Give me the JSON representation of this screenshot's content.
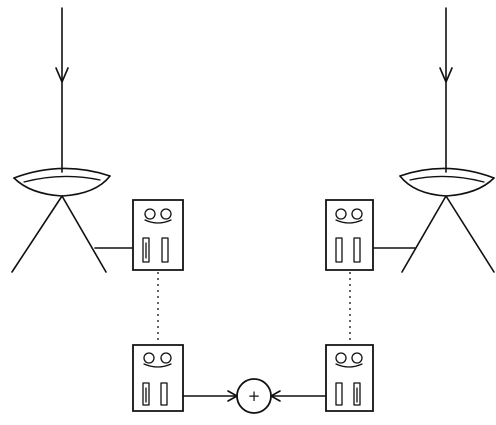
{
  "diagram": {
    "summing_node": {
      "symbol": "+"
    },
    "antennas": [
      {
        "id": "left",
        "icon": "dish-antenna-icon"
      },
      {
        "id": "right",
        "icon": "dish-antenna-icon"
      }
    ],
    "recorders": [
      {
        "id": "top-left",
        "icon": "tape-recorder-icon"
      },
      {
        "id": "top-right",
        "icon": "tape-recorder-icon"
      },
      {
        "id": "bottom-left",
        "icon": "tape-recorder-icon"
      },
      {
        "id": "bottom-right",
        "icon": "tape-recorder-icon"
      }
    ],
    "ink_color": "#111111",
    "background_color": "#ffffff"
  }
}
